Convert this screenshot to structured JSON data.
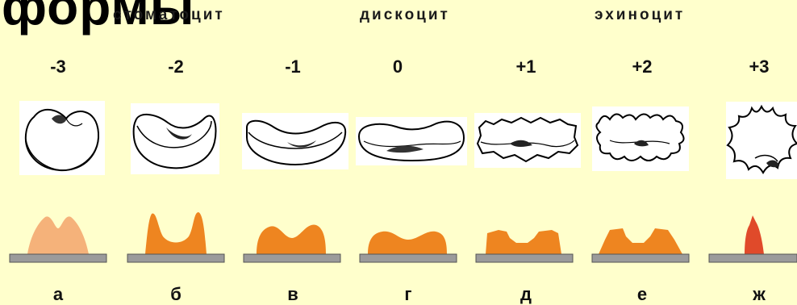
{
  "title": "формы",
  "type_labels": {
    "stomatocyte": "стоматоцит",
    "discocyte": "дискоцит",
    "echinocyte": "эхиноцит"
  },
  "stages": [
    "-3",
    "-2",
    "-1",
    "0",
    "+1",
    "+2",
    "+3"
  ],
  "letters": [
    "а",
    "б",
    "в",
    "г",
    "д",
    "е",
    "ж"
  ],
  "colors": {
    "background": "#ffffcc",
    "profile_light": "#f5b27a",
    "profile_main": "#ee8520",
    "profile_red": "#e04a2a",
    "base_plate": "#9b9b9b"
  },
  "cells": [
    {
      "stage": "-3",
      "shape": "cup-stomatocyte"
    },
    {
      "stage": "-2",
      "shape": "bowl-stomatocyte"
    },
    {
      "stage": "-1",
      "shape": "shallow-bowl"
    },
    {
      "stage": "0",
      "shape": "biconcave-disc"
    },
    {
      "stage": "+1",
      "shape": "crenated-disc"
    },
    {
      "stage": "+2",
      "shape": "spiky-disc"
    },
    {
      "stage": "+3",
      "shape": "spheroechinocyte"
    }
  ]
}
